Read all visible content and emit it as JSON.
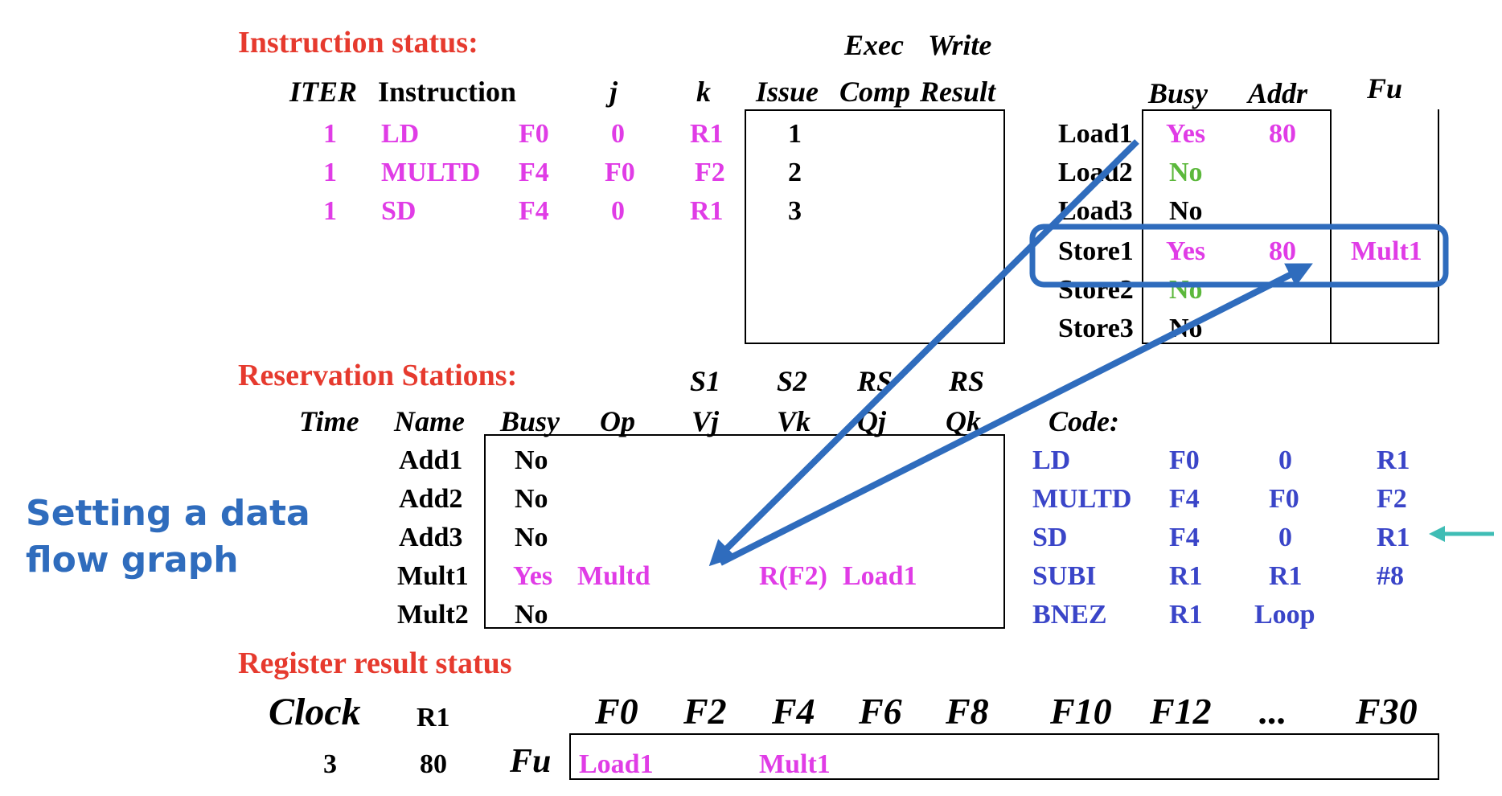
{
  "instruction_status": {
    "title": "Instruction status:",
    "header_top": [
      "Exec",
      "Write"
    ],
    "headers": [
      "ITER",
      "Instruction",
      "j",
      "k",
      "Issue",
      "Comp",
      "Result"
    ],
    "rows": [
      {
        "iter": "1",
        "op": "LD",
        "dest": "F0",
        "j": "0",
        "k": "R1",
        "issue": "1"
      },
      {
        "iter": "1",
        "op": "MULTD",
        "dest": "F4",
        "j": "F0",
        "k": "F2",
        "issue": "2"
      },
      {
        "iter": "1",
        "op": "SD",
        "dest": "F4",
        "j": "0",
        "k": "R1",
        "issue": "3"
      }
    ]
  },
  "buffers": {
    "headers": [
      "Busy",
      "Addr",
      "Fu"
    ],
    "rows": [
      {
        "name": "Load1",
        "busy": "Yes",
        "addr": "80",
        "fu": ""
      },
      {
        "name": "Load2",
        "busy": "No",
        "addr": "",
        "fu": ""
      },
      {
        "name": "Load3",
        "busy": "No",
        "addr": "",
        "fu": ""
      },
      {
        "name": "Store1",
        "busy": "Yes",
        "addr": "80",
        "fu": "Mult1"
      },
      {
        "name": "Store2",
        "busy": "No",
        "addr": "",
        "fu": ""
      },
      {
        "name": "Store3",
        "busy": "No",
        "addr": "",
        "fu": ""
      }
    ]
  },
  "reservation_stations": {
    "title": "Reservation Stations:",
    "header_top": [
      "S1",
      "S2",
      "RS",
      "RS"
    ],
    "headers": [
      "Time",
      "Name",
      "Busy",
      "Op",
      "Vj",
      "Vk",
      "Qj",
      "Qk"
    ],
    "rows": [
      {
        "name": "Add1",
        "busy": "No",
        "op": "",
        "vk": "",
        "qj": ""
      },
      {
        "name": "Add2",
        "busy": "No",
        "op": "",
        "vk": "",
        "qj": ""
      },
      {
        "name": "Add3",
        "busy": "No",
        "op": "",
        "vk": "",
        "qj": ""
      },
      {
        "name": "Mult1",
        "busy": "Yes",
        "op": "Multd",
        "vk": "R(F2)",
        "qj": "Load1"
      },
      {
        "name": "Mult2",
        "busy": "No",
        "op": "",
        "vk": "",
        "qj": ""
      }
    ]
  },
  "code": {
    "title": "Code:",
    "rows": [
      [
        "LD",
        "F0",
        "0",
        "R1"
      ],
      [
        "MULTD",
        "F4",
        "F0",
        "F2"
      ],
      [
        "SD",
        "F4",
        "0",
        "R1"
      ],
      [
        "SUBI",
        "R1",
        "R1",
        "#8"
      ],
      [
        "BNEZ",
        "R1",
        "Loop",
        ""
      ]
    ]
  },
  "register_result_status": {
    "title": "Register result status",
    "clock_label": "Clock",
    "clock_value": "3",
    "r1_label": "R1",
    "r1_value": "80",
    "fu_label": "Fu",
    "registers": [
      "F0",
      "F2",
      "F4",
      "F6",
      "F8",
      "F10",
      "F12",
      "...",
      "F30"
    ],
    "fu_values": [
      "Load1",
      "",
      "Mult1",
      "",
      "",
      "",
      "",
      "",
      ""
    ]
  },
  "side_note": "Setting a data\nflow graph",
  "colors": {
    "title_red": "#e63a2e",
    "magenta": "#e03ce6",
    "green": "#5cb83c",
    "code_blue": "#3a45c8",
    "arrow_blue": "#2f6cbd",
    "pointer_teal": "#3fbdb5"
  }
}
